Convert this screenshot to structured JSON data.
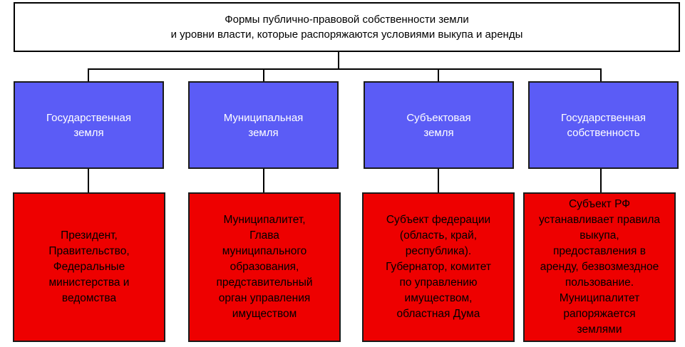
{
  "title": {
    "line1": "Формы публично-правовой собственности земли",
    "line2": "и уровни власти, которые распоряжаются условиями выкупа и аренды"
  },
  "columns": [
    {
      "category": [
        "Государственная",
        "земля"
      ],
      "authority": [
        "Президент,",
        "Правительство,",
        "Федеральные",
        "министерства и",
        "ведомства"
      ]
    },
    {
      "category": [
        "Муниципальная",
        "земля"
      ],
      "authority": [
        "Муниципалитет,",
        "Глава",
        "муниципального",
        "образования,",
        "представительный",
        "орган управления",
        "имуществом"
      ]
    },
    {
      "category": [
        "Субъектовая",
        "земля"
      ],
      "authority": [
        "Субъект федерации",
        "(область, край,",
        "республика).",
        "Губернатор, комитет",
        "по управлению",
        "имуществом,",
        "областная Дума"
      ]
    },
    {
      "category": [
        "Государственная",
        "собственность"
      ],
      "authority": [
        "Субъект РФ",
        "устанавливает правила",
        "выкупа,",
        "предоставления в",
        "аренду, безвозмездное",
        "пользование.",
        "Муниципалитет",
        "рапоряжается",
        "землями"
      ]
    }
  ]
}
